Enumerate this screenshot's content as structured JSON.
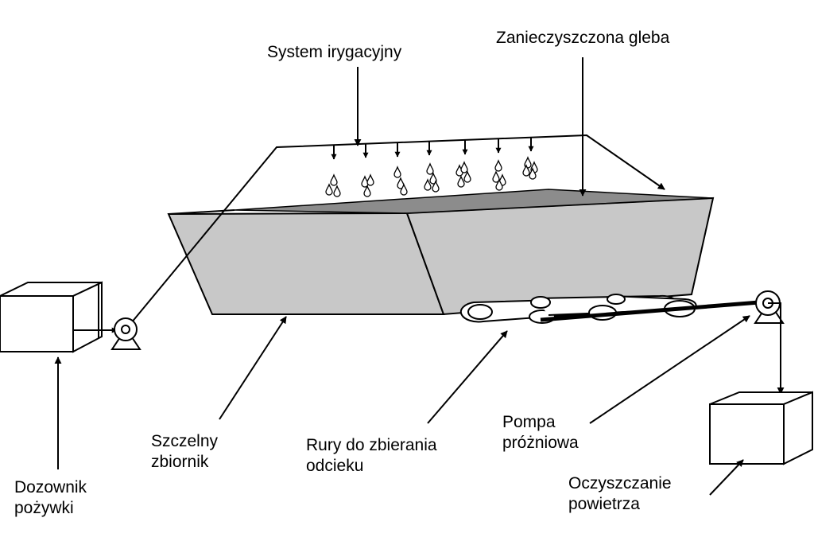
{
  "labels": {
    "irrigation_system": "System irygacyjny",
    "contaminated_soil": "Zanieczyszczona gleba",
    "sealed_tank": [
      "Szczelny",
      "zbiornik"
    ],
    "leachate_pipes": [
      "Rury do zbierania",
      "odcieku"
    ],
    "vacuum_pump": [
      "Pompa",
      "próżniowa"
    ],
    "nutrient_dispenser": [
      "Dozownik",
      "pożywki"
    ],
    "air_purification": [
      "Oczyszczanie",
      "powietrza"
    ]
  },
  "colors": {
    "tank_fill": "#c8c8c8",
    "soil_surface": "#8c8c8c",
    "stroke": "#000000",
    "background": "#ffffff"
  }
}
